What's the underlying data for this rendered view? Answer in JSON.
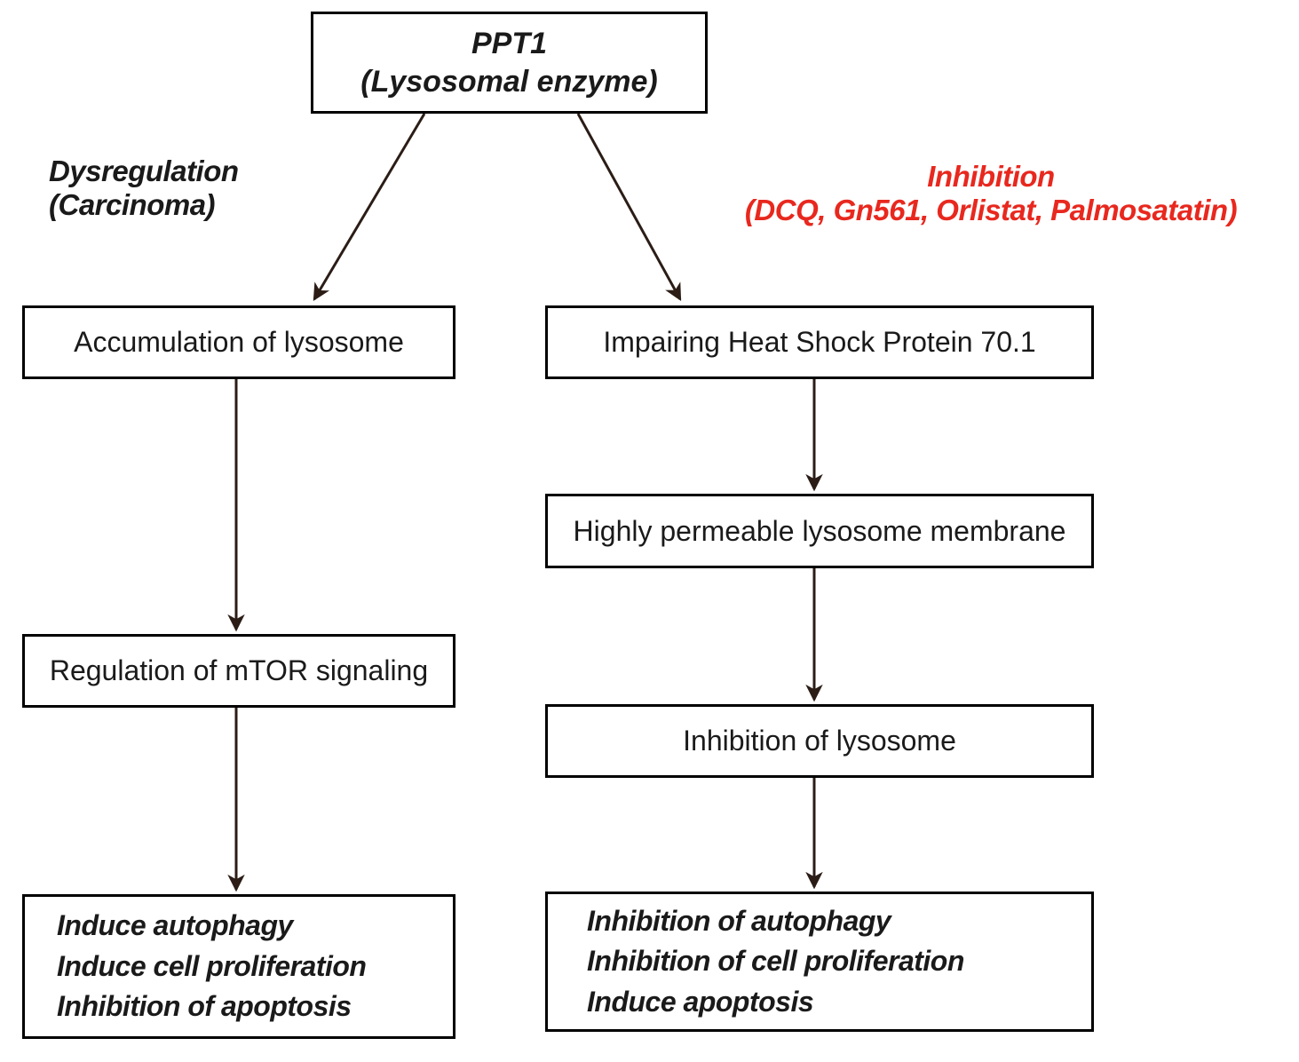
{
  "diagram": {
    "title_semantic": "PPT1 lysosomal enzyme pathway flowchart",
    "root_box": {
      "line1": "PPT1",
      "line2": "(Lysosomal enzyme)"
    },
    "left_branch_label": {
      "line1": "Dysregulation",
      "line2": "(Carcinoma)"
    },
    "right_branch_label": {
      "line1": "Inhibition",
      "line2": "(DCQ, Gn561, Orlistat, Palmosatatin)"
    },
    "left_column": {
      "box1": "Accumulation of lysosome",
      "box2": "Regulation of mTOR signaling",
      "outcome": {
        "line1": "Induce autophagy",
        "line2": "Induce cell proliferation",
        "line3": "Inhibition of apoptosis"
      }
    },
    "right_column": {
      "box1": "Impairing Heat Shock Protein 70.1",
      "box2": "Highly permeable lysosome membrane",
      "box3": "Inhibition of lysosome",
      "outcome": {
        "line1": "Inhibition of autophagy",
        "line2": "Inhibition of cell proliferation",
        "line3": "Induce apoptosis"
      }
    },
    "colors": {
      "accent_red": "#e8281e",
      "text_black": "#1a1a1a",
      "arrow_dark": "#2b1d16",
      "box_border": "#000000"
    }
  }
}
